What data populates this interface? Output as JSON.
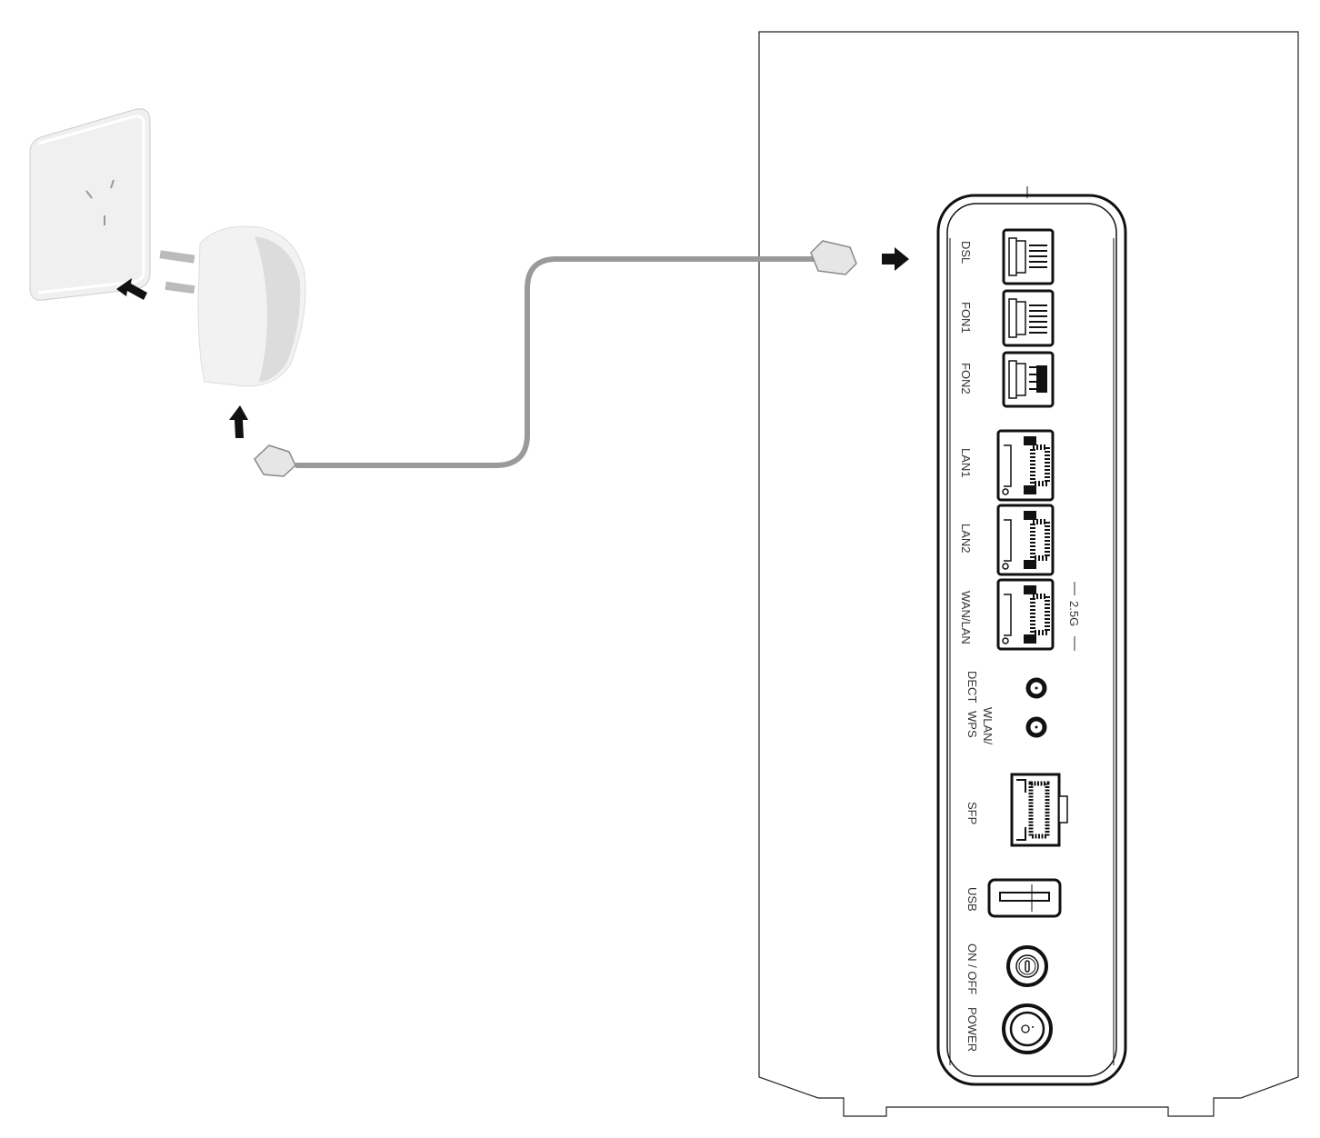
{
  "router": {
    "ports": [
      {
        "id": "dsl",
        "label": "DSL"
      },
      {
        "id": "fon1",
        "label": "FON1"
      },
      {
        "id": "fon2",
        "label": "FON2"
      },
      {
        "id": "lan1",
        "label": "LAN1"
      },
      {
        "id": "lan2",
        "label": "LAN2"
      },
      {
        "id": "wanlan",
        "label": "WAN/LAN"
      }
    ],
    "speed_label": "2.5G",
    "dect_label": "DECT",
    "wlan_label": "WLAN/",
    "wps_label": "WPS",
    "sfp_label": "SFP",
    "usb_label": "USB",
    "onoff_label": "ON / OFF",
    "power_label": "POWER"
  },
  "colors": {
    "cable": "#9a9a9a",
    "outline": "#111111",
    "arrow": "#111111"
  }
}
